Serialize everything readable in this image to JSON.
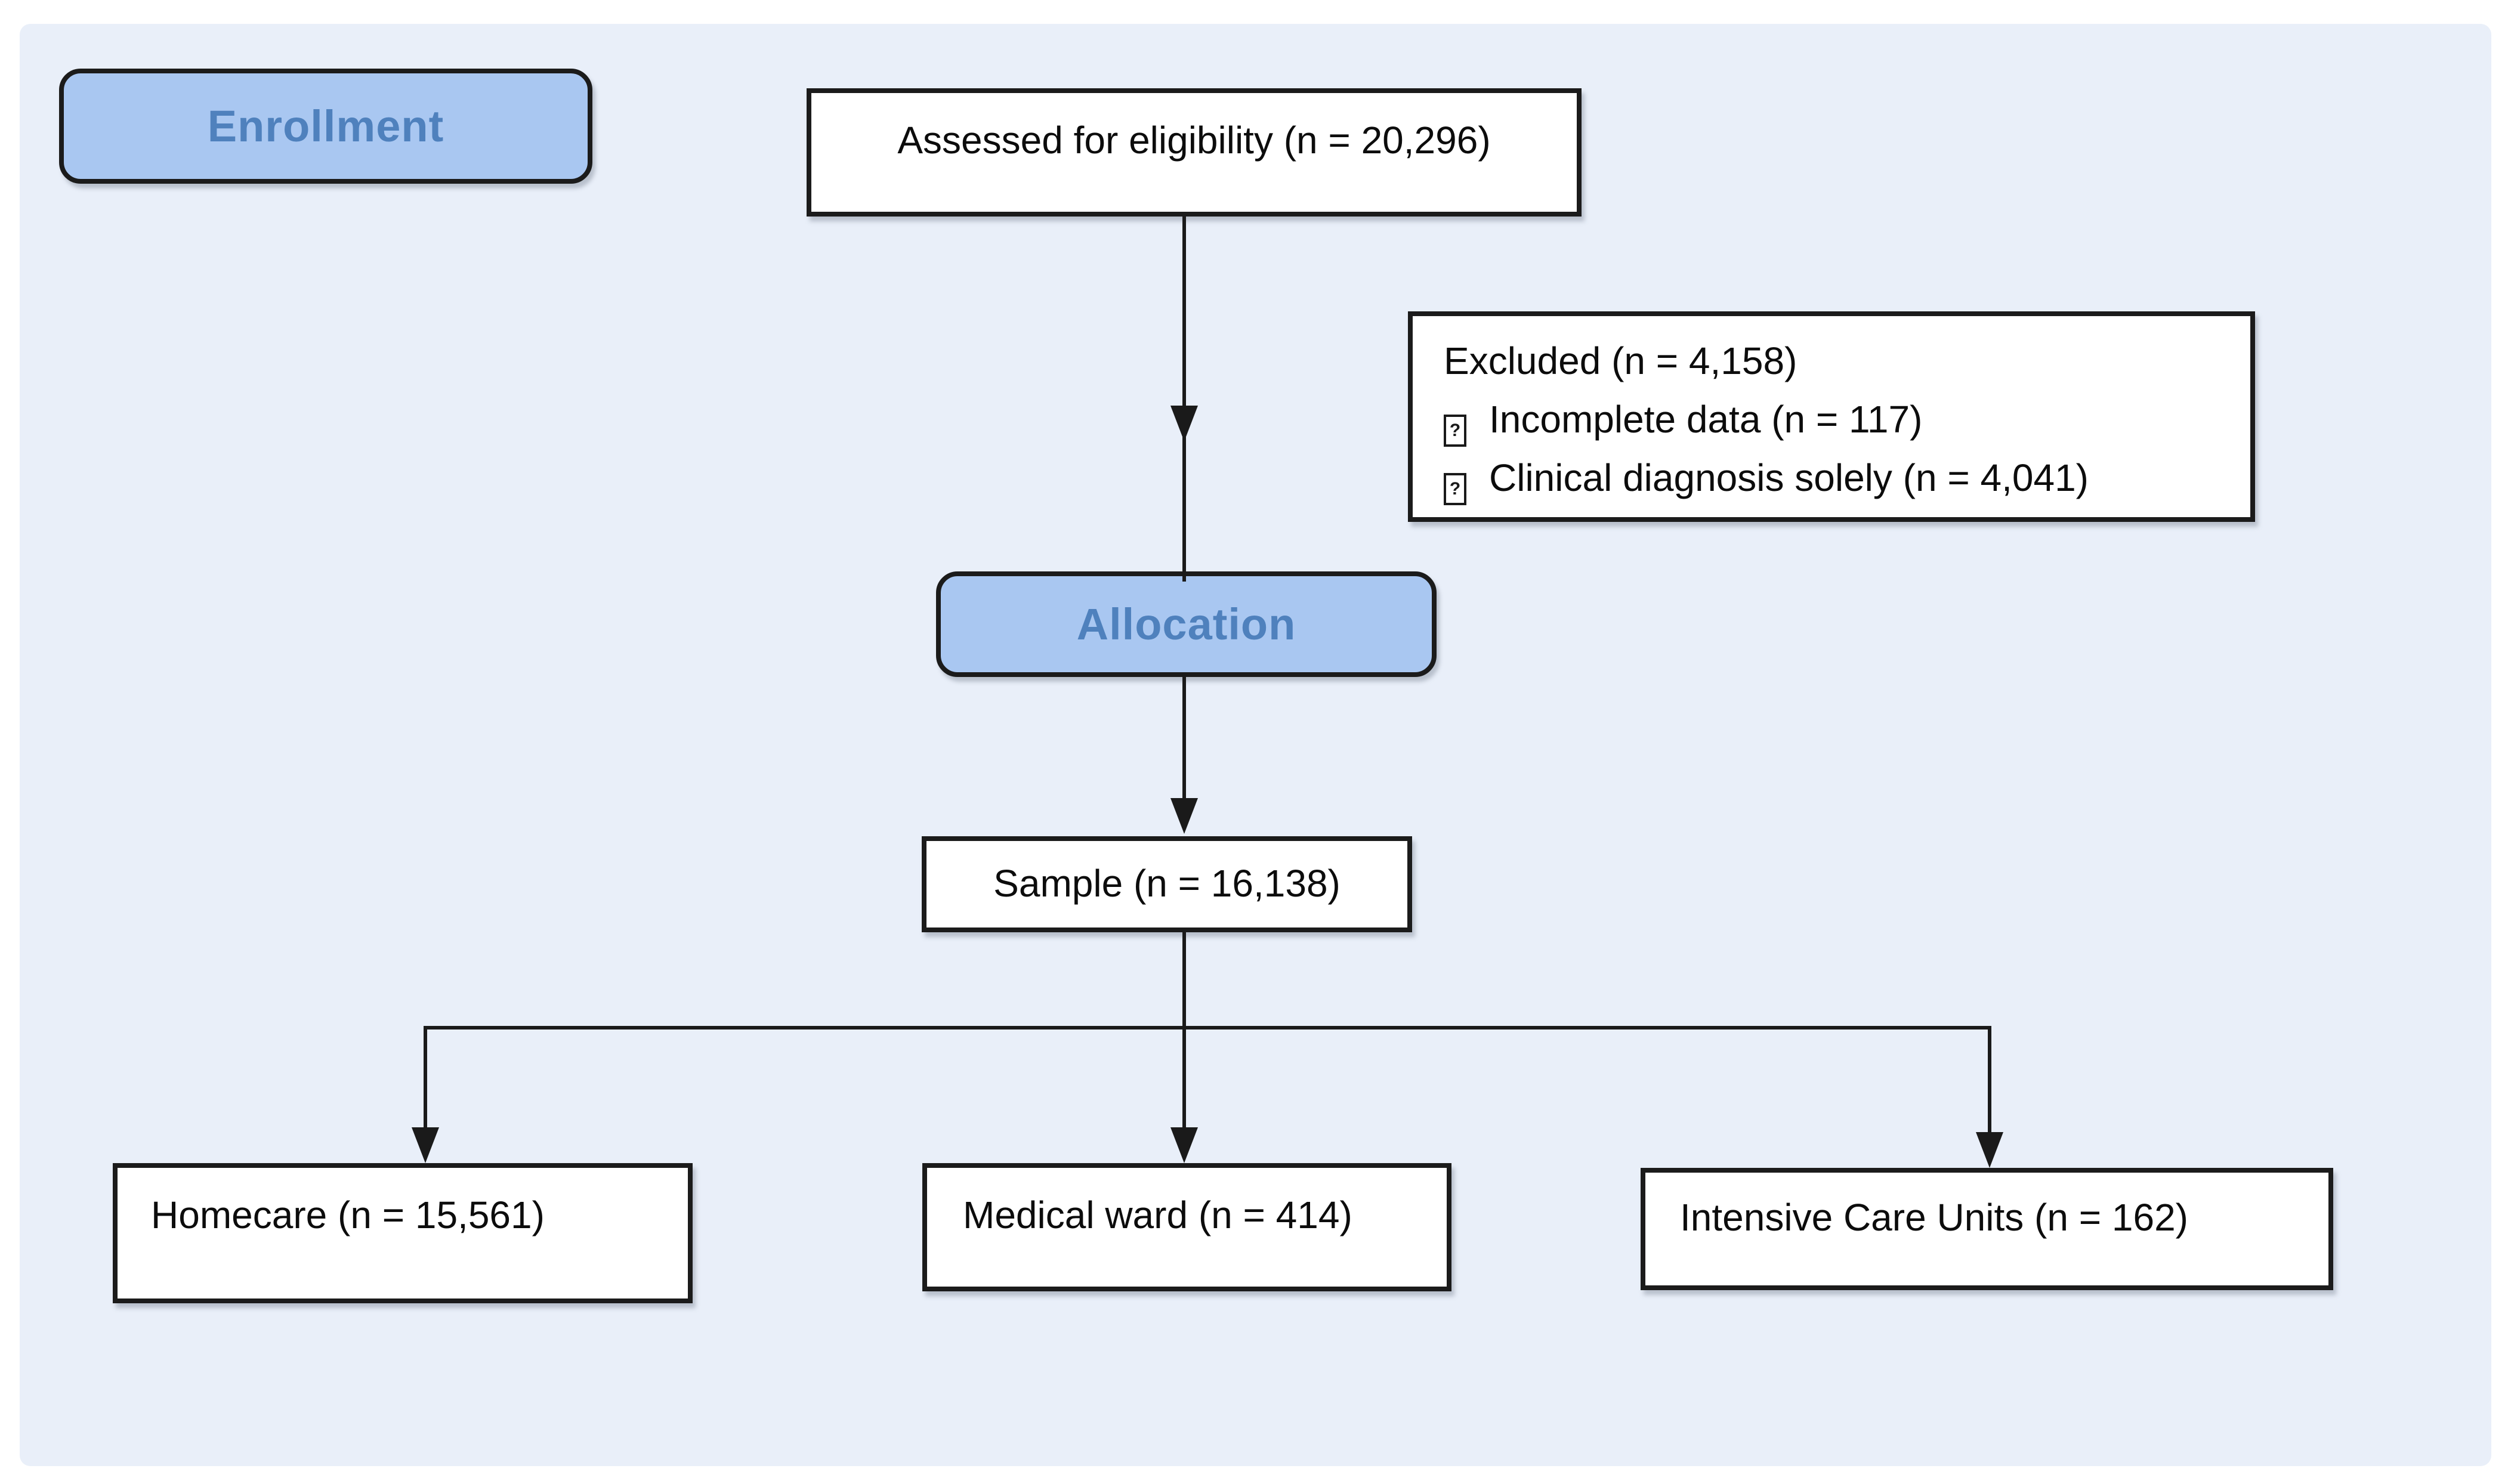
{
  "colors": {
    "panel_background": "#E9EFF9",
    "phase_fill": "#A9C7F1",
    "phase_text": "#4F81BD",
    "process_box_fill": "#FFFFFF",
    "line_color": "#1A1A1A"
  },
  "nodes": {
    "enrollment_phase": {
      "label": "Enrollment"
    },
    "assessed": {
      "label": "Assessed for eligibility (n = 20,296)",
      "n": 20296
    },
    "excluded": {
      "title": "Excluded (n = 4,158)",
      "n": 4158,
      "bullet": "?",
      "items": [
        {
          "label": "Incomplete data (n = 117)",
          "n": 117
        },
        {
          "label": "Clinical diagnosis solely (n = 4,041)",
          "n": 4041
        }
      ]
    },
    "allocation_phase": {
      "label": "Allocation"
    },
    "sample": {
      "label": "Sample (n = 16,138)",
      "n": 16138
    },
    "homecare": {
      "label": "Homecare (n = 15,561)",
      "n": 15561
    },
    "medical_ward": {
      "label": "Medical ward (n = 414)",
      "n": 414
    },
    "icu": {
      "label": "Intensive Care Units (n = 162)",
      "n": 162
    }
  },
  "edges": [
    {
      "from": "assessed",
      "to": "allocation"
    },
    {
      "from": "allocation",
      "to": "sample"
    },
    {
      "from": "sample",
      "to": "homecare"
    },
    {
      "from": "sample",
      "to": "medical_ward"
    },
    {
      "from": "sample",
      "to": "icu"
    }
  ]
}
